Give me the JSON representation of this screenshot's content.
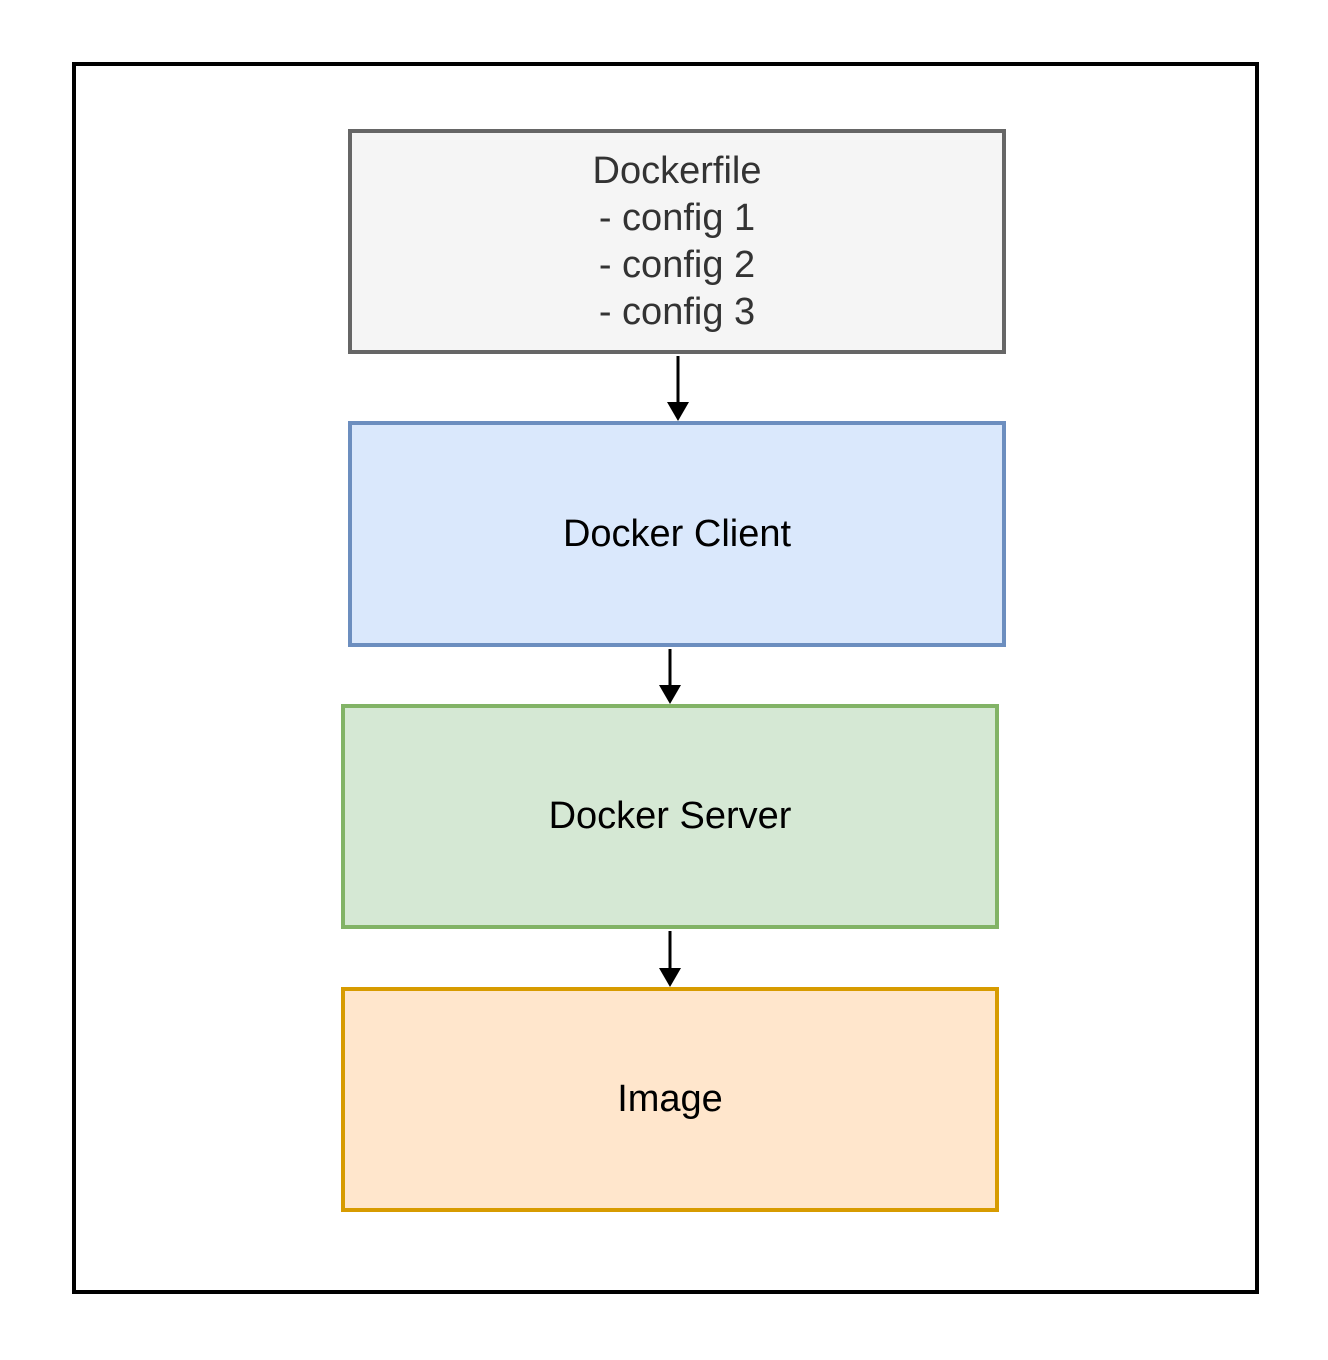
{
  "nodes": {
    "dockerfile": {
      "lines": [
        "Dockerfile",
        "- config 1",
        "- config 2",
        "- config 3"
      ],
      "fill": "#f5f5f5",
      "stroke": "#666666",
      "text_color": "#333333"
    },
    "client": {
      "label": "Docker Client",
      "fill": "#dae8fc",
      "stroke": "#6c8ebf",
      "text_color": "#000000"
    },
    "server": {
      "label": "Docker Server",
      "fill": "#d5e8d4",
      "stroke": "#82b366",
      "text_color": "#000000"
    },
    "image": {
      "label": "Image",
      "fill": "#ffe6cc",
      "stroke": "#d79b00",
      "text_color": "#000000"
    }
  },
  "edges": [
    {
      "from": "dockerfile",
      "to": "client"
    },
    {
      "from": "client",
      "to": "server"
    },
    {
      "from": "server",
      "to": "image"
    }
  ],
  "colors": {
    "frame": "#000000",
    "arrow": "#000000"
  }
}
